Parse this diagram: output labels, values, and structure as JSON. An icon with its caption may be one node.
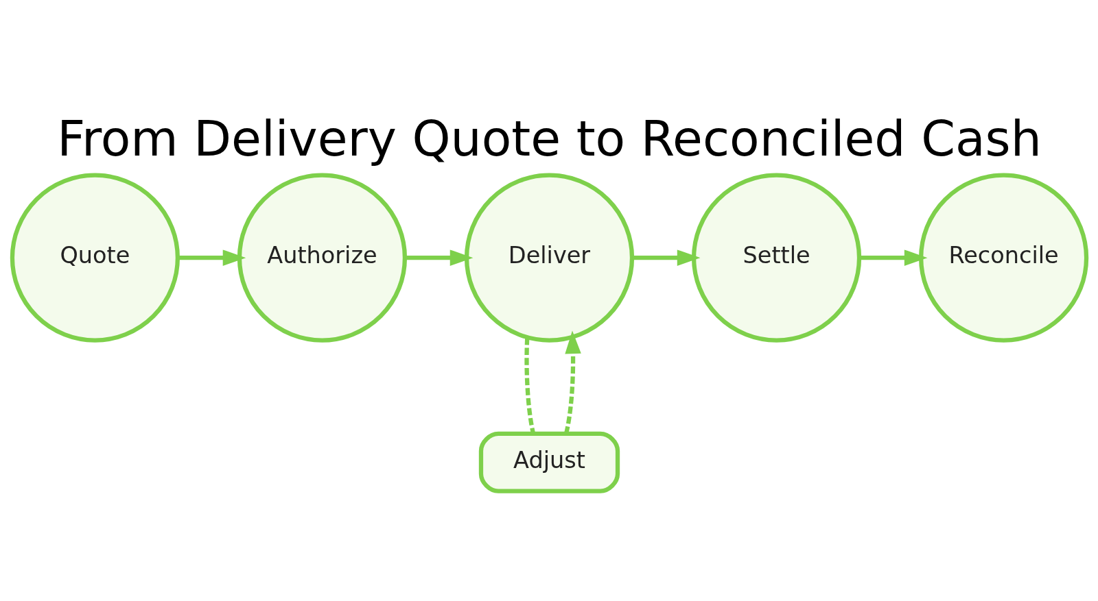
{
  "diagram": {
    "title": "From Delivery Quote to Reconciled Cash",
    "nodes": [
      {
        "text": [
          "Quote"
        ]
      },
      {
        "text": [
          "Authorize"
        ]
      },
      {
        "text": [
          "Deliver"
        ]
      },
      {
        "text": [
          "Settle"
        ]
      },
      {
        "text": [
          "Reconcile"
        ]
      },
      {
        "text": [
          "Adjust"
        ]
      }
    ],
    "edges": [
      {
        "from": 0,
        "to": 1,
        "arrow": "to"
      },
      {
        "from": 1,
        "to": 2,
        "arrow": "to"
      },
      {
        "from": 2,
        "to": 3,
        "arrow": "to"
      },
      {
        "from": 3,
        "to": 4,
        "arrow": "to"
      },
      {
        "from": 2,
        "to": 5,
        "arrow": "none",
        "style": "dashed"
      },
      {
        "from": 5,
        "to": 2,
        "arrow": "to",
        "style": "dashed"
      }
    ]
  }
}
